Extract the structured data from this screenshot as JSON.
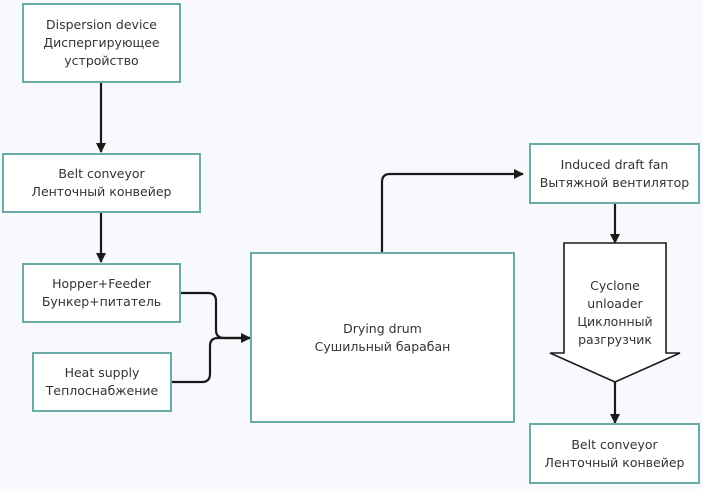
{
  "diagram": {
    "nodes": {
      "dispersion": {
        "en": "Dispersion device",
        "ru1": "Диспергирующее",
        "ru2": "устройство"
      },
      "belt_top": {
        "en": "Belt conveyor",
        "ru": "Ленточный конвейер"
      },
      "hopper": {
        "en": "Hopper+Feeder",
        "ru": "Бункер+питатель"
      },
      "heat": {
        "en": "Heat supply",
        "ru": "Теплоснабжение"
      },
      "drum": {
        "en": "Drying drum",
        "ru": "Сушильный барабан"
      },
      "fan": {
        "en": "Induced draft fan",
        "ru": "Вытяжной вентилятор"
      },
      "cyclone": {
        "en1": "Cyclone",
        "en2": "unloader",
        "ru1": "Циклонный",
        "ru2": "разгрузчик"
      },
      "belt_bottom": {
        "en": "Belt conveyor",
        "ru": "Ленточный конвейер"
      }
    },
    "edges": [
      {
        "from": "dispersion",
        "to": "belt_top"
      },
      {
        "from": "belt_top",
        "to": "hopper"
      },
      {
        "from": "hopper",
        "to": "drum"
      },
      {
        "from": "heat",
        "to": "drum"
      },
      {
        "from": "drum",
        "to": "fan"
      },
      {
        "from": "fan",
        "to": "cyclone"
      },
      {
        "from": "cyclone",
        "to": "belt_bottom"
      }
    ],
    "colors": {
      "node_border": "#6aaba5",
      "edge": "#1a1a1a",
      "background": "#f8f9fc"
    }
  }
}
